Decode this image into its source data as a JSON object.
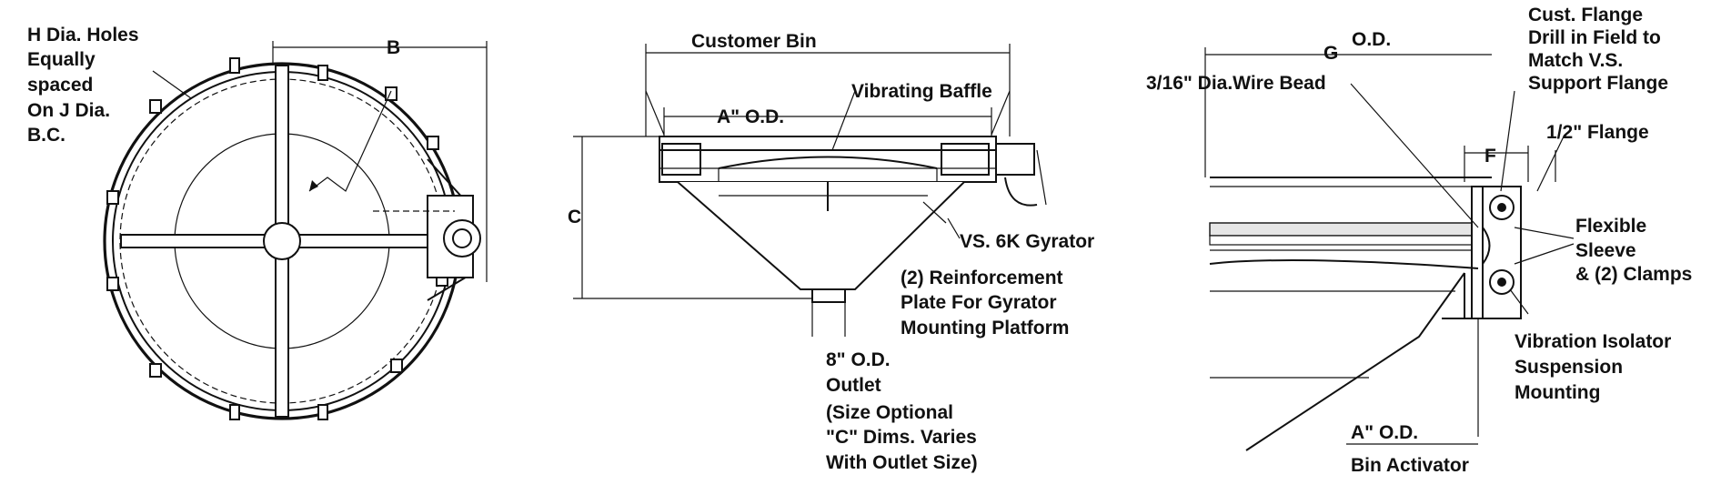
{
  "top_view": {
    "holes_label": [
      "H Dia. Holes",
      "Equally",
      "spaced",
      "On J Dia.",
      "B.C."
    ],
    "dim_b": "B"
  },
  "side_view": {
    "customer_bin": "Customer Bin",
    "vibrating_baffle": "Vibrating Baffle",
    "a_od": "A\" O.D.",
    "dim_c": "C",
    "gyrator": "VS. 6K Gyrator",
    "reinforcement": [
      "(2) Reinforcement",
      "Plate For Gyrator",
      "Mounting Platform"
    ],
    "outlet": [
      "8\" O.D.",
      "Outlet",
      "(Size Optional",
      "\"C\" Dims. Varies",
      "With Outlet Size)"
    ]
  },
  "detail_view": {
    "dim_g": "G",
    "od": "O.D.",
    "cust_flange": [
      "Cust. Flange",
      "Drill in Field to",
      "Match V.S.",
      "Support Flange"
    ],
    "wire_bead": "3/16\" Dia.Wire Bead",
    "half_flange": "1/2\" Flange",
    "dim_f": "F",
    "sleeve": [
      "Flexible",
      "Sleeve",
      "& (2) Clamps"
    ],
    "isolator": [
      "Vibration Isolator",
      "Suspension",
      "Mounting"
    ],
    "a_od": "A\" O.D.",
    "bin_activator": "Bin Activator"
  }
}
